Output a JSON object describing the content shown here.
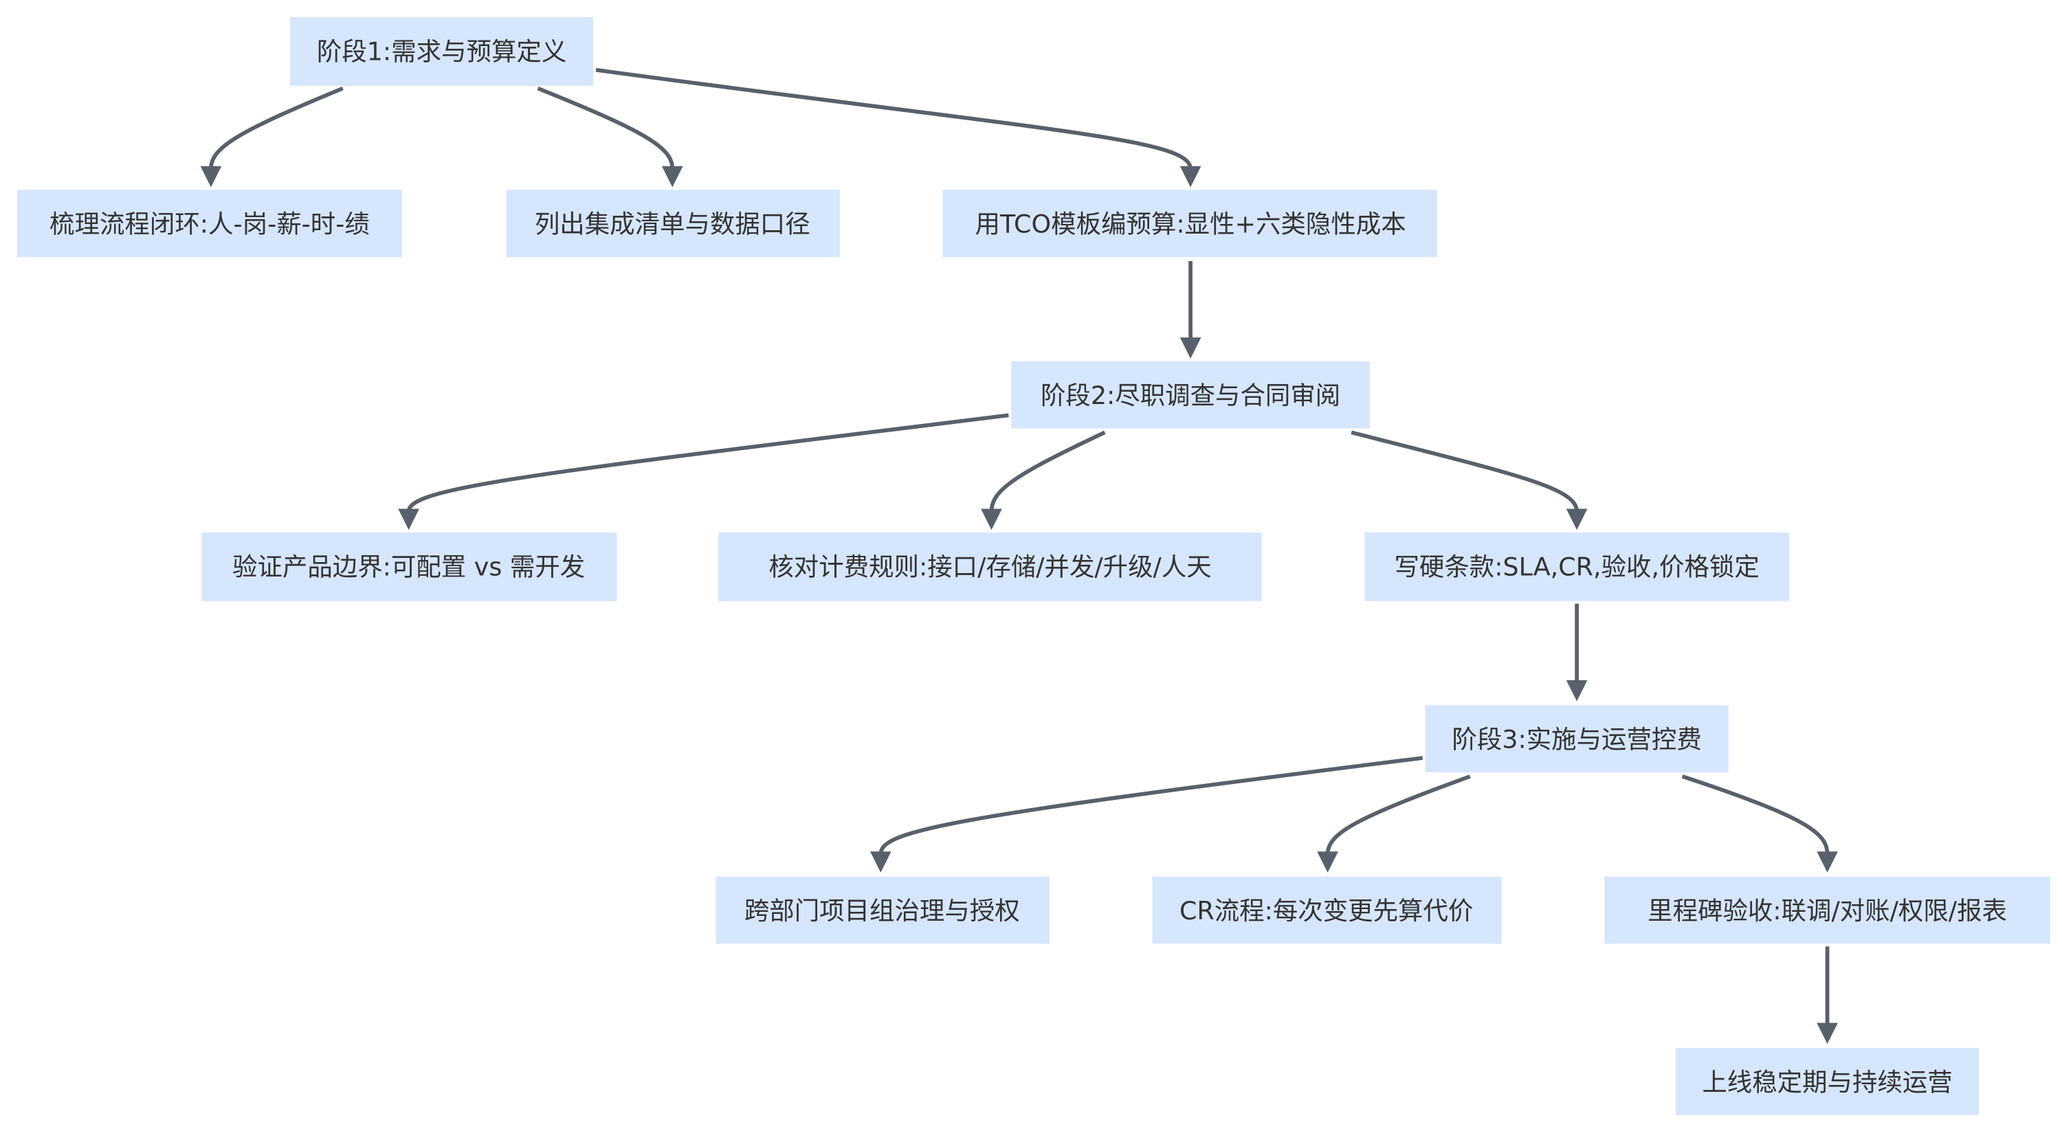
{
  "colors": {
    "node_fill": "#d6e6fc",
    "edge": "#58616b",
    "text": "#333333"
  },
  "nodes": {
    "stage1": "阶段1:需求与预算定义",
    "process": "梳理流程闭环:人-岗-薪-时-绩",
    "integration": "列出集成清单与数据口径",
    "tco": "用TCO模板编预算:显性+六类隐性成本",
    "stage2": "阶段2:尽职调查与合同审阅",
    "boundary": "验证产品边界:可配置 vs 需开发",
    "billing": "核对计费规则:接口/存储/并发/升级/人天",
    "terms": "写硬条款:SLA,CR,验收,价格锁定",
    "stage3": "阶段3:实施与运营控费",
    "governance": "跨部门项目组治理与授权",
    "cr": "CR流程:每次变更先算代价",
    "milestone": "里程碑验收:联调/对账/权限/报表",
    "golive": "上线稳定期与持续运营"
  }
}
